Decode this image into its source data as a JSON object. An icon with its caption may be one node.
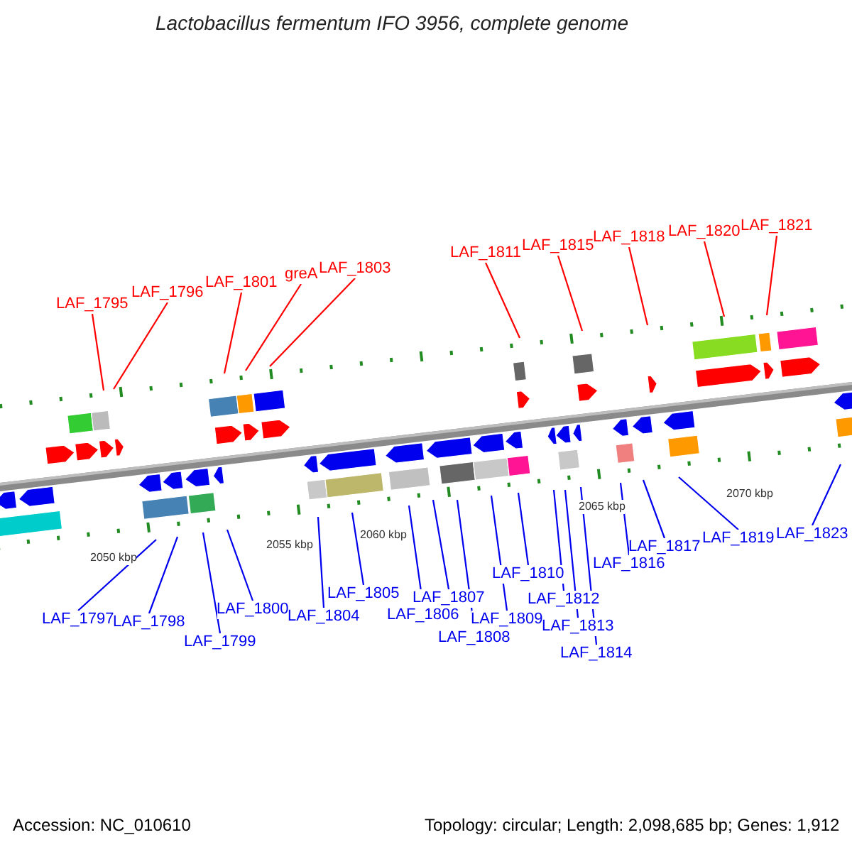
{
  "diagram": {
    "title": "Lactobacillus fermentum IFO 3956, complete genome",
    "nodes": [
      {
        "text": [
          "LAF_1795"
        ]
      },
      {
        "text": [
          "LAF_1796"
        ]
      },
      {
        "text": [
          "LAF_1801"
        ]
      },
      {
        "text": [
          "greA"
        ]
      },
      {
        "text": [
          "LAF_1803"
        ]
      },
      {
        "text": [
          "LAF_1811"
        ]
      },
      {
        "text": [
          "LAF_1815"
        ]
      },
      {
        "text": [
          "LAF_1818"
        ]
      },
      {
        "text": [
          "LAF_1820"
        ]
      },
      {
        "text": [
          "LAF_1821"
        ]
      },
      {
        "text": [
          "LAF_1797"
        ]
      },
      {
        "text": [
          "LAF_1798"
        ]
      },
      {
        "text": [
          "LAF_1799"
        ]
      },
      {
        "text": [
          "LAF_1800"
        ]
      },
      {
        "text": [
          "LAF_1804"
        ]
      },
      {
        "text": [
          "LAF_1805"
        ]
      },
      {
        "text": [
          "LAF_1806"
        ]
      },
      {
        "text": [
          "LAF_1807"
        ]
      },
      {
        "text": [
          "LAF_1808"
        ]
      },
      {
        "text": [
          "LAF_1809"
        ]
      },
      {
        "text": [
          "LAF_1810"
        ]
      },
      {
        "text": [
          "LAF_1812"
        ]
      },
      {
        "text": [
          "LAF_1813"
        ]
      },
      {
        "text": [
          "LAF_1814"
        ]
      },
      {
        "text": [
          "LAF_1816"
        ]
      },
      {
        "text": [
          "LAF_1817"
        ]
      },
      {
        "text": [
          "LAF_1819"
        ]
      },
      {
        "text": [
          "LAF_1823"
        ]
      }
    ],
    "edges": [
      {
        "from": 0,
        "to": null,
        "arrow": "none",
        "color": "#ff0000"
      },
      {
        "from": 1,
        "to": null,
        "arrow": "none",
        "color": "#ff0000"
      },
      {
        "from": 2,
        "to": null,
        "arrow": "none",
        "color": "#ff0000"
      },
      {
        "from": 3,
        "to": null,
        "arrow": "none",
        "color": "#ff0000"
      },
      {
        "from": 4,
        "to": null,
        "arrow": "none",
        "color": "#ff0000"
      },
      {
        "from": 5,
        "to": null,
        "arrow": "none",
        "color": "#ff0000"
      },
      {
        "from": 6,
        "to": null,
        "arrow": "none",
        "color": "#ff0000"
      },
      {
        "from": 7,
        "to": null,
        "arrow": "none",
        "color": "#ff0000"
      },
      {
        "from": 8,
        "to": null,
        "arrow": "none",
        "color": "#ff0000"
      },
      {
        "from": 9,
        "to": null,
        "arrow": "none",
        "color": "#ff0000"
      },
      {
        "from": 10,
        "to": null,
        "arrow": "none"
      },
      {
        "from": 11,
        "to": null,
        "arrow": "none"
      },
      {
        "from": 12,
        "to": null,
        "arrow": "none"
      },
      {
        "from": 13,
        "to": null,
        "arrow": "none"
      },
      {
        "from": 14,
        "to": null,
        "arrow": "none"
      },
      {
        "from": 15,
        "to": null,
        "arrow": "none"
      },
      {
        "from": 16,
        "to": null,
        "arrow": "none"
      },
      {
        "from": 17,
        "to": null,
        "arrow": "none"
      },
      {
        "from": 18,
        "to": null,
        "arrow": "none"
      },
      {
        "from": 19,
        "to": null,
        "arrow": "none"
      },
      {
        "from": 20,
        "to": null,
        "arrow": "none"
      },
      {
        "from": 21,
        "to": null,
        "arrow": "none"
      },
      {
        "from": 22,
        "to": null,
        "arrow": "none"
      },
      {
        "from": 23,
        "to": null,
        "arrow": "none"
      },
      {
        "from": 24,
        "to": null,
        "arrow": "none"
      },
      {
        "from": 25,
        "to": null,
        "arrow": "none"
      },
      {
        "from": 26,
        "to": null,
        "arrow": "none"
      },
      {
        "from": 27,
        "to": null,
        "arrow": "none"
      }
    ],
    "labels": [
      "2050 kbp",
      "2055 kbp",
      "2060 kbp",
      "2065 kbp",
      "2070 kbp",
      "Accession: NC_010610",
      "Topology: circular; Length: 2,098,685 bp; Genes: 1,912"
    ]
  }
}
